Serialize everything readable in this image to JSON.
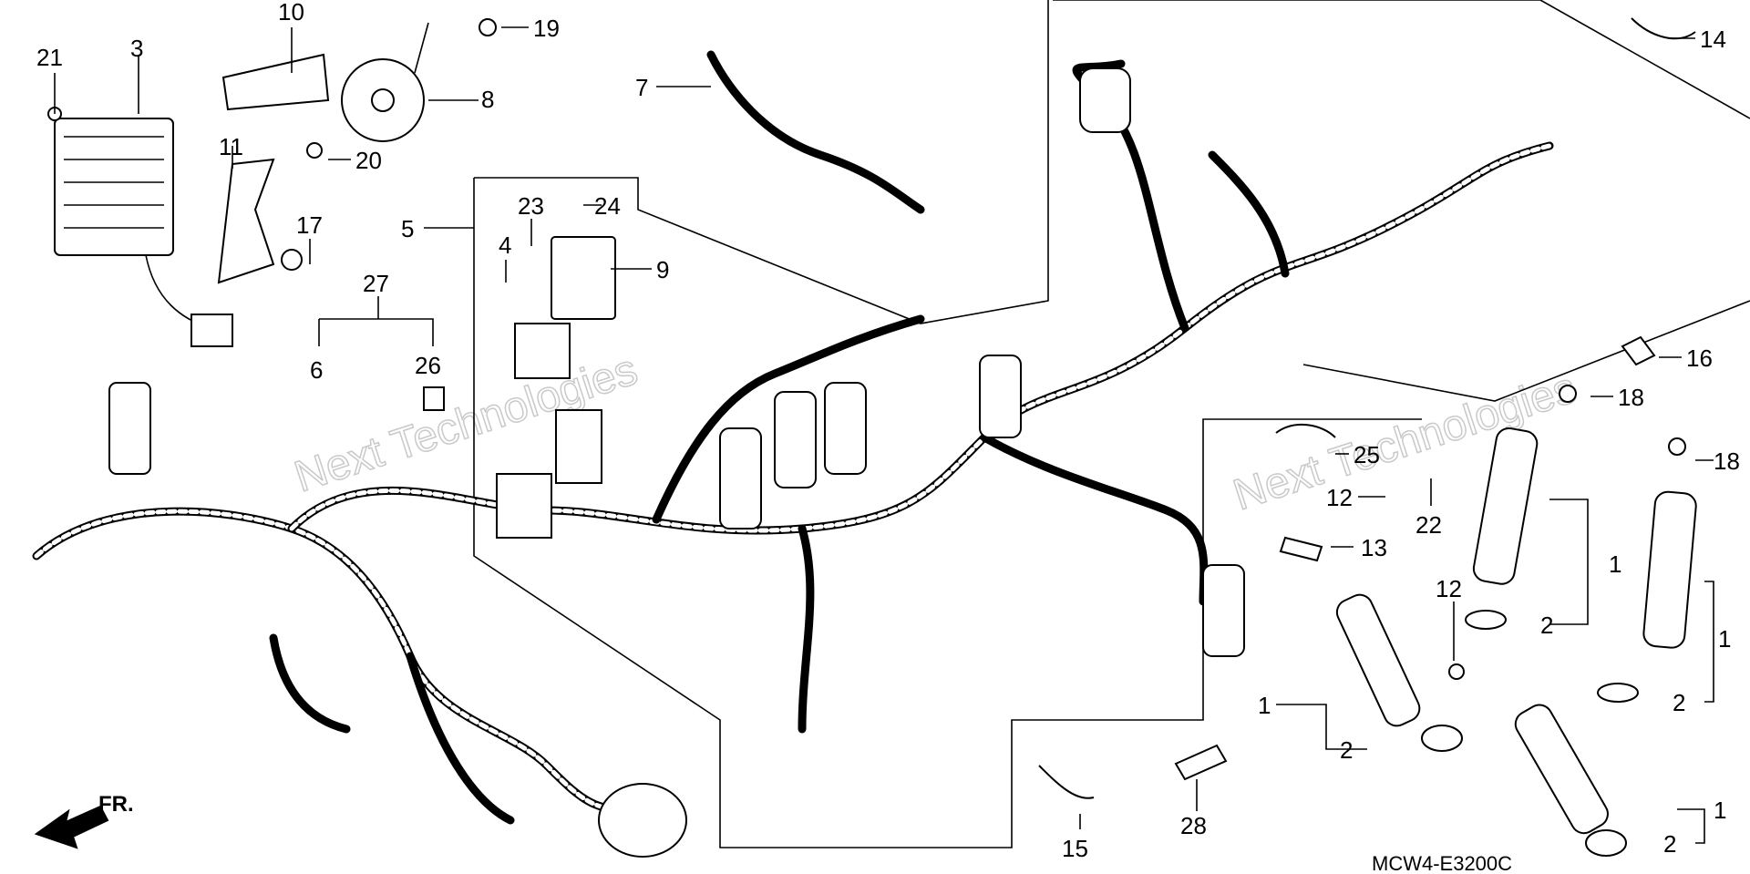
{
  "diagram": {
    "code": "MCW4-E3200C",
    "front_marker": "FR.",
    "watermarks": [
      "Next Technologies",
      "Next Technologies"
    ],
    "callouts": [
      {
        "id": "c21",
        "text": "21"
      },
      {
        "id": "c3",
        "text": "3"
      },
      {
        "id": "c10",
        "text": "10"
      },
      {
        "id": "c19",
        "text": "19"
      },
      {
        "id": "c8",
        "text": "8"
      },
      {
        "id": "c20",
        "text": "20"
      },
      {
        "id": "c11",
        "text": "11"
      },
      {
        "id": "c17",
        "text": "17"
      },
      {
        "id": "c7",
        "text": "7"
      },
      {
        "id": "c5",
        "text": "5"
      },
      {
        "id": "c23",
        "text": "23"
      },
      {
        "id": "c24",
        "text": "24"
      },
      {
        "id": "c4",
        "text": "4"
      },
      {
        "id": "c9",
        "text": "9"
      },
      {
        "id": "c27",
        "text": "27"
      },
      {
        "id": "c6",
        "text": "6"
      },
      {
        "id": "c26",
        "text": "26"
      },
      {
        "id": "c14",
        "text": "14"
      },
      {
        "id": "c16",
        "text": "16"
      },
      {
        "id": "c18a",
        "text": "18"
      },
      {
        "id": "c18b",
        "text": "18"
      },
      {
        "id": "c25",
        "text": "25"
      },
      {
        "id": "c12a",
        "text": "12"
      },
      {
        "id": "c22",
        "text": "22"
      },
      {
        "id": "c13",
        "text": "13"
      },
      {
        "id": "c1a",
        "text": "1"
      },
      {
        "id": "c2a",
        "text": "2"
      },
      {
        "id": "c12b",
        "text": "12"
      },
      {
        "id": "c1b",
        "text": "1"
      },
      {
        "id": "c2b",
        "text": "2"
      },
      {
        "id": "c1c",
        "text": "1"
      },
      {
        "id": "c2c",
        "text": "2"
      },
      {
        "id": "c1d",
        "text": "1"
      },
      {
        "id": "c2d",
        "text": "2"
      },
      {
        "id": "c15",
        "text": "15"
      },
      {
        "id": "c28",
        "text": "28"
      }
    ]
  }
}
